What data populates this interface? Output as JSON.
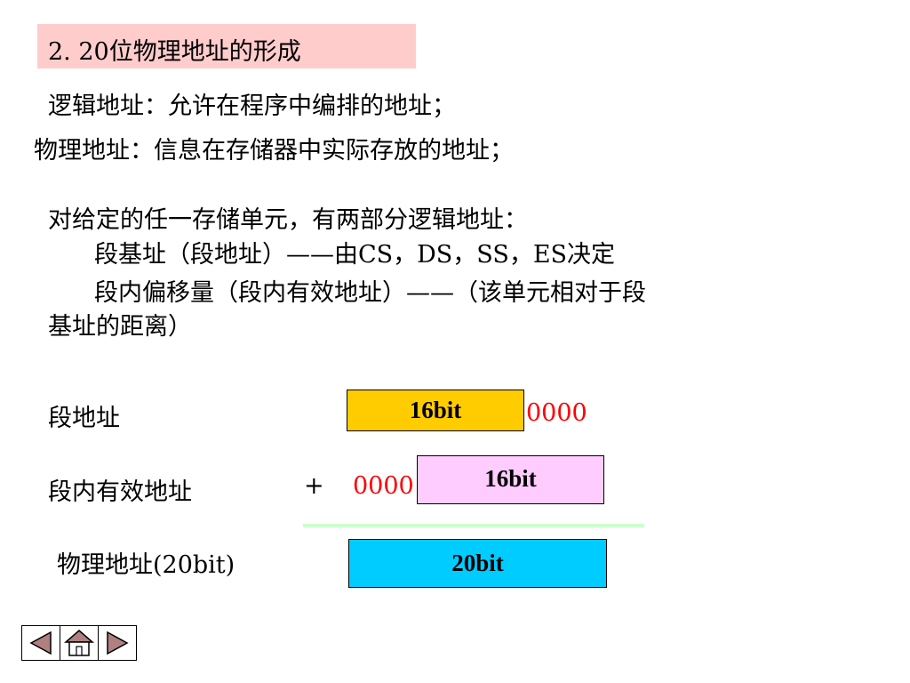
{
  "title": "2.   20位物理地址的形成",
  "lines": {
    "logical_def": "逻辑地址：允许在程序中编排的地址；",
    "physical_def": "物理地址：信息在存储器中实际存放的地址；",
    "intro": "对给定的任一存储单元，有两部分逻辑地址：",
    "segment_base": "段基址（段地址）——由CS，DS，SS，ES决定",
    "offset_1": "段内偏移量（段内有效地址）——（该单元相对于段",
    "offset_2": "基址的距离）"
  },
  "diagram": {
    "segment_label": "段地址",
    "offset_label": "段内有效地址",
    "physical_label": "物理地址(20bit)",
    "plus": "+",
    "zeros_right": "0000",
    "zeros_left": "0000",
    "seg_box": "16bit",
    "off_box": "16bit",
    "phys_box": "20bit"
  },
  "colors": {
    "title_bg": "#ffcccc",
    "seg_box": "#ffcc00",
    "off_box": "#ffccff",
    "phys_box": "#00ccff",
    "zeros": "#ff0000",
    "separator": "#ccffcc"
  },
  "nav": {
    "prev": "prev-icon",
    "home": "home-icon",
    "next": "next-icon"
  }
}
